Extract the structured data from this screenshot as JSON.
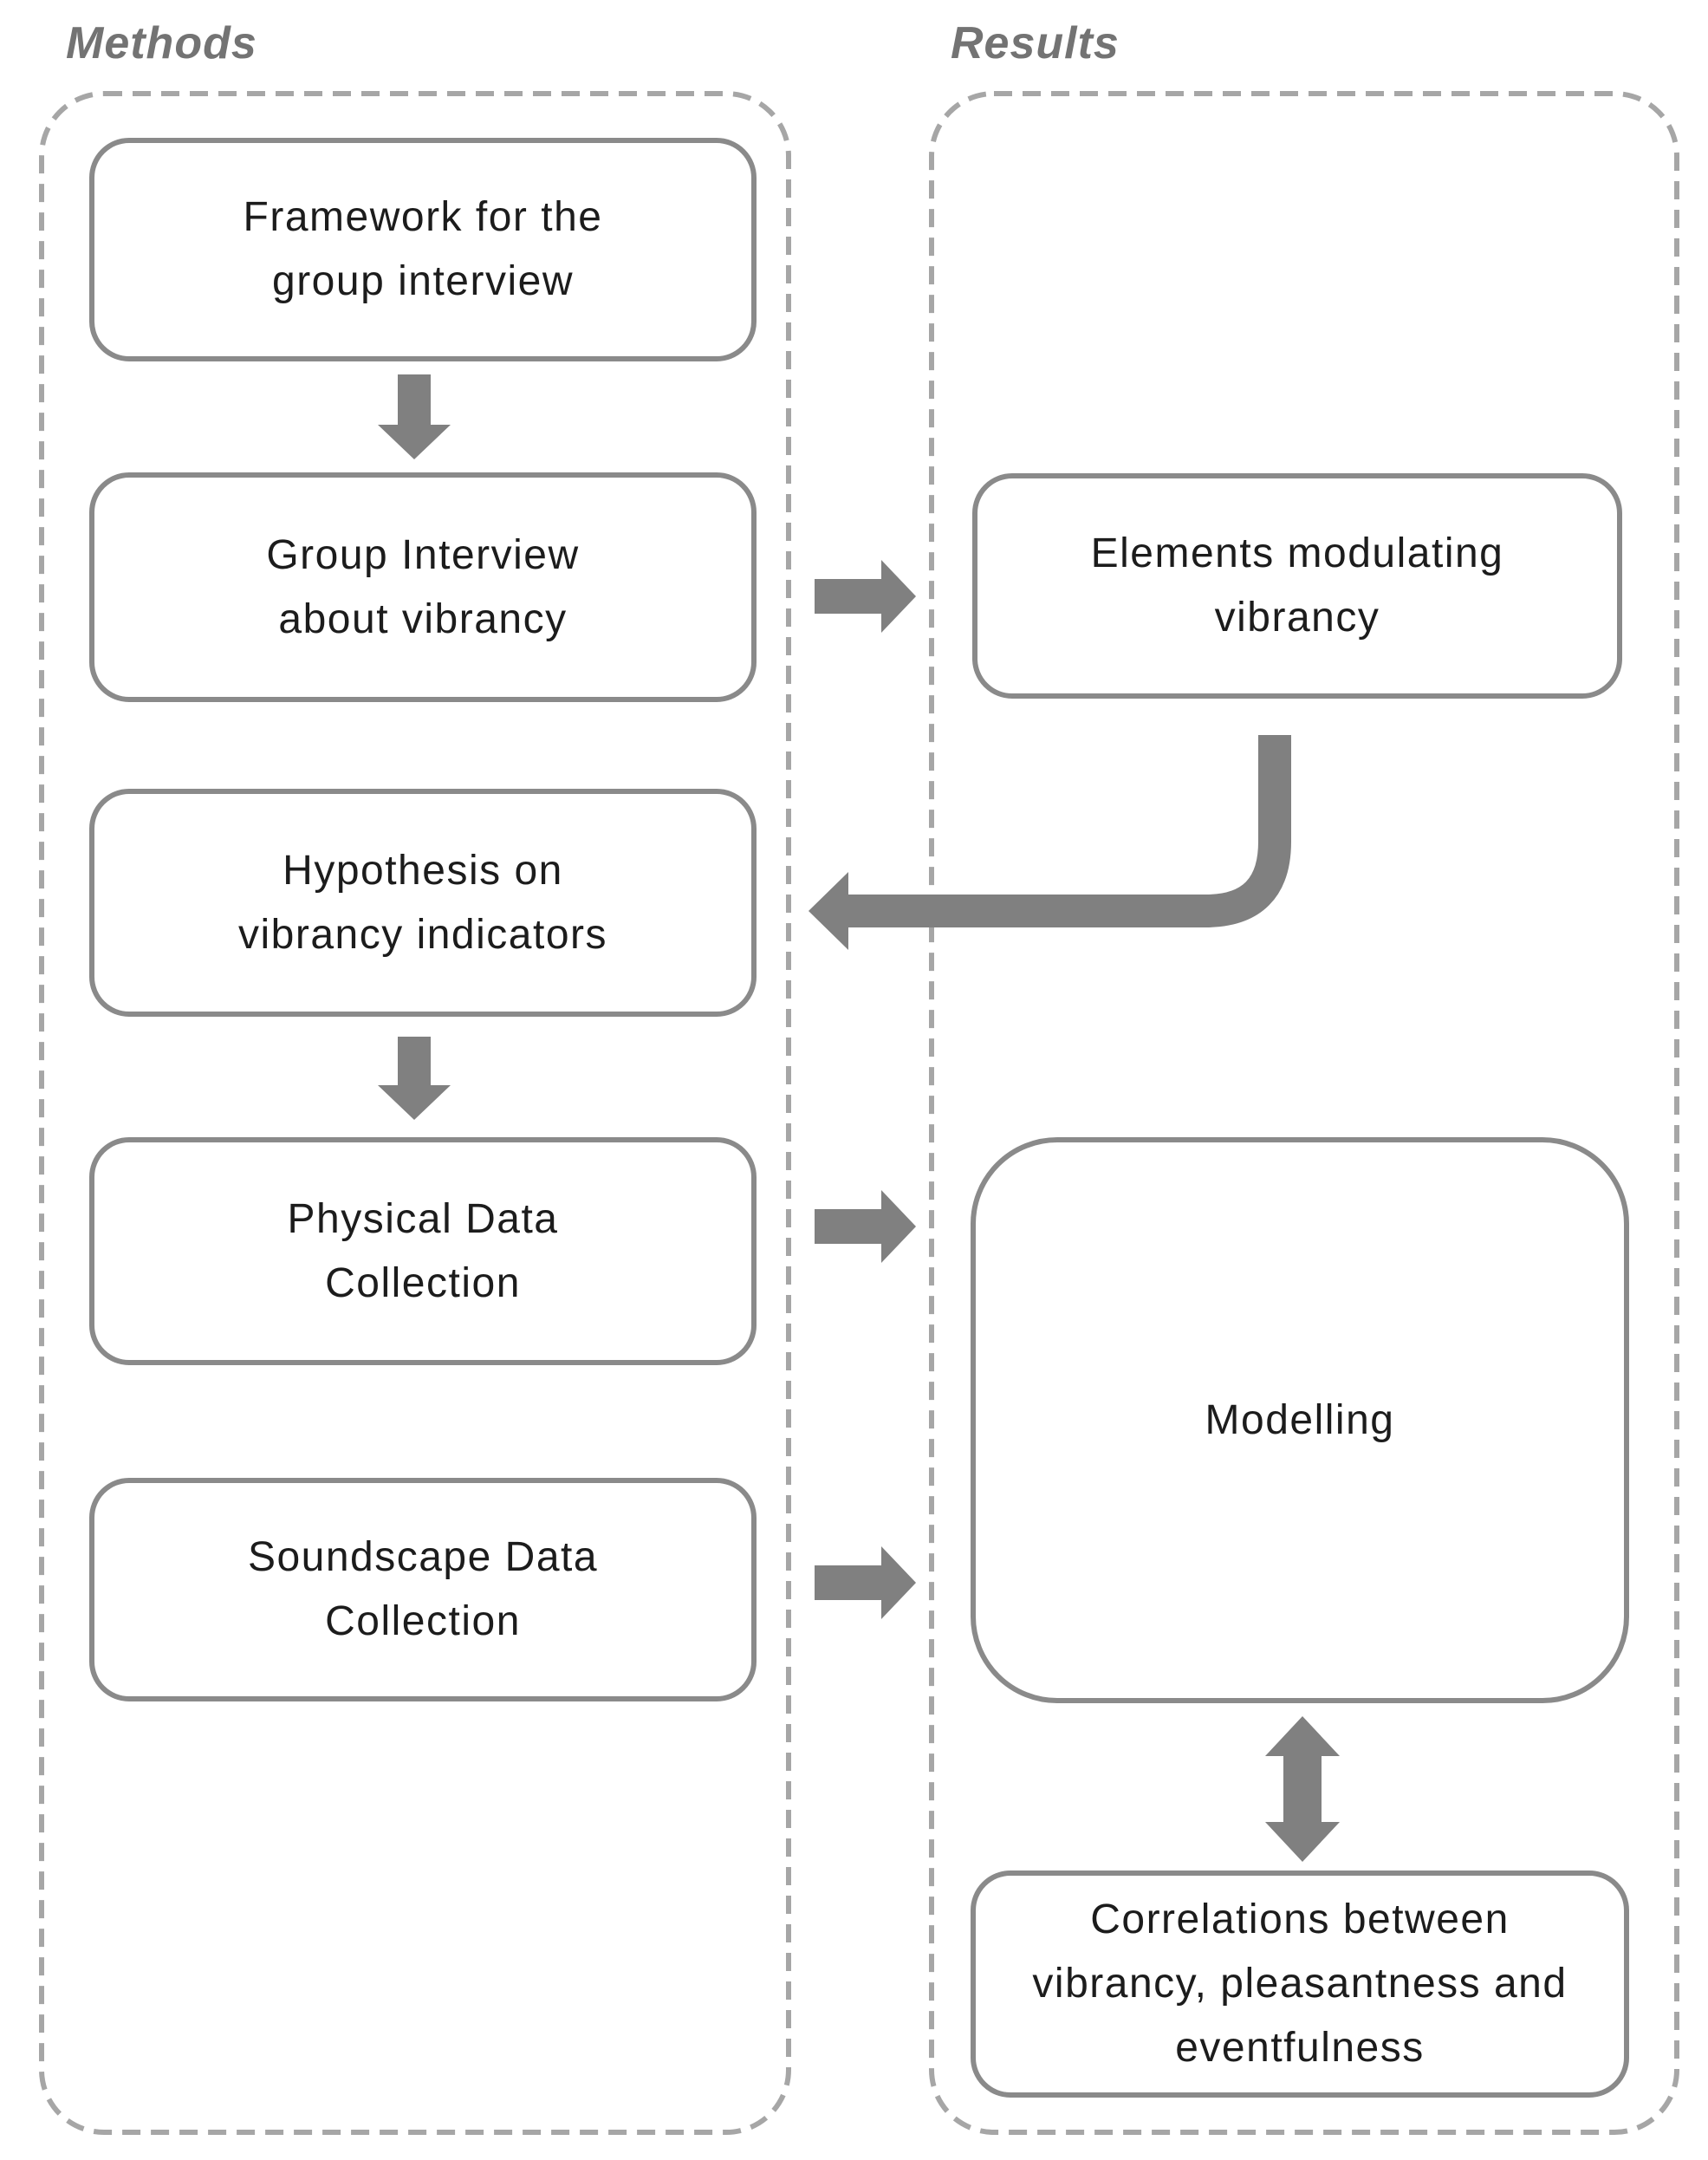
{
  "colors": {
    "arrow": "#808080",
    "box_border": "#8a8a8a",
    "container_border": "#a6a6a6",
    "label": "#737373",
    "text": "#1c1c1c",
    "box_fill": "#ffffff",
    "background": "#ffffff"
  },
  "methods": {
    "label": "Methods",
    "boxes": [
      {
        "lines": [
          "Framework for the",
          "group interview"
        ]
      },
      {
        "lines": [
          "Group Interview",
          "about vibrancy"
        ]
      },
      {
        "lines": [
          "Hypothesis on",
          "vibrancy indicators"
        ]
      },
      {
        "lines": [
          "Physical Data",
          "Collection"
        ]
      },
      {
        "lines": [
          "Soundscape Data",
          "Collection"
        ]
      }
    ]
  },
  "results": {
    "label": "Results",
    "boxes": [
      {
        "lines": [
          "Elements modulating",
          "vibrancy"
        ]
      },
      {
        "lines": [
          "Modelling"
        ]
      },
      {
        "lines": [
          "Correlations between",
          "vibrancy, pleasantness and",
          "eventfulness"
        ]
      }
    ]
  },
  "arrows": [
    {
      "name": "arrow-framework-to-group-interview",
      "type": "down"
    },
    {
      "name": "arrow-group-interview-to-elements",
      "type": "right"
    },
    {
      "name": "arrow-elements-to-hypothesis",
      "type": "elbow-left"
    },
    {
      "name": "arrow-hypothesis-to-physical-data",
      "type": "down"
    },
    {
      "name": "arrow-physical-data-to-modelling",
      "type": "right"
    },
    {
      "name": "arrow-soundscape-to-modelling",
      "type": "right"
    },
    {
      "name": "arrow-modelling-to-correlations",
      "type": "double-vertical"
    }
  ]
}
